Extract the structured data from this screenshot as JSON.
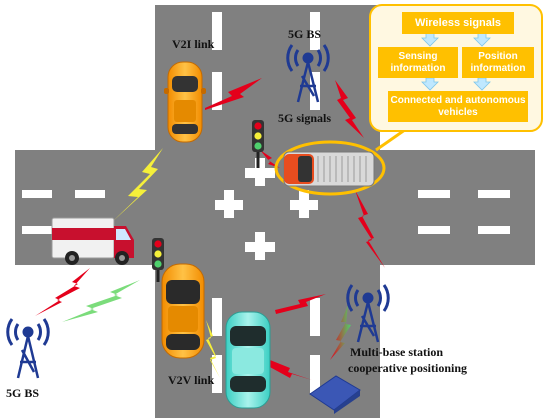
{
  "labels": {
    "v2i_link": "V2I link",
    "bs_top": "5G BS",
    "signals_5g": "5G signals",
    "bs_bottom_left": "5G BS",
    "v2v_link": "V2V link",
    "multi_bs_line1": "Multi-base station",
    "multi_bs_line2": "cooperative positioning"
  },
  "callout": {
    "wireless_signals": "Wireless signals",
    "sensing_line1": "Sensing",
    "sensing_line2": "information",
    "position_line1": "Position",
    "position_line2": "information",
    "cav_line1": "Connected and autonomous",
    "cav_line2": "vehicles"
  },
  "colors": {
    "road": "#808080",
    "lane_mark": "#ffffff",
    "callout_fill": "#ffc000",
    "callout_border": "#e6a800",
    "red_signal": "#e4001b",
    "yellow_signal": "#f5ef3a",
    "green_signal": "#4fd06d",
    "tower": "#1f3a93",
    "car_orange": "#f7a21b",
    "car_cyan": "#6fe3d6",
    "truck_red": "#c8102e"
  }
}
